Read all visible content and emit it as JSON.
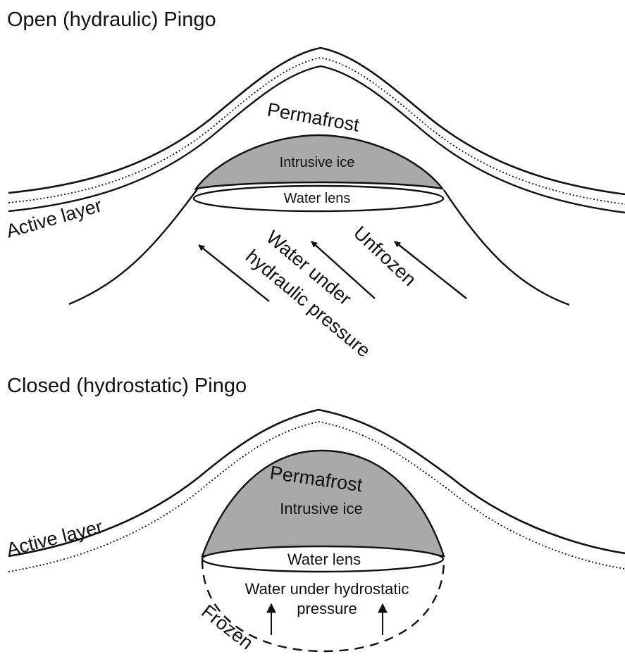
{
  "open_pingo": {
    "title": "Open (hydraulic) Pingo",
    "permafrost": "Permafrost",
    "intrusive_ice": "Intrusive ice",
    "water_lens": "Water lens",
    "active_layer": "Active layer",
    "water_line1": "Water under",
    "water_line2": "hydraulic pressure",
    "unfrozen": "Unfrozen"
  },
  "closed_pingo": {
    "title": "Closed (hydrostatic) Pingo",
    "permafrost": "Permafrost",
    "intrusive_ice": "Intrusive ice",
    "water_lens": "Water lens",
    "active_layer": "Active layer",
    "water_line1": "Water under hydrostatic",
    "water_line2": "pressure",
    "frozen": "Frozen"
  },
  "colors": {
    "ice_fill": "#a9a9a9",
    "line": "#111111",
    "background": "#ffffff"
  }
}
